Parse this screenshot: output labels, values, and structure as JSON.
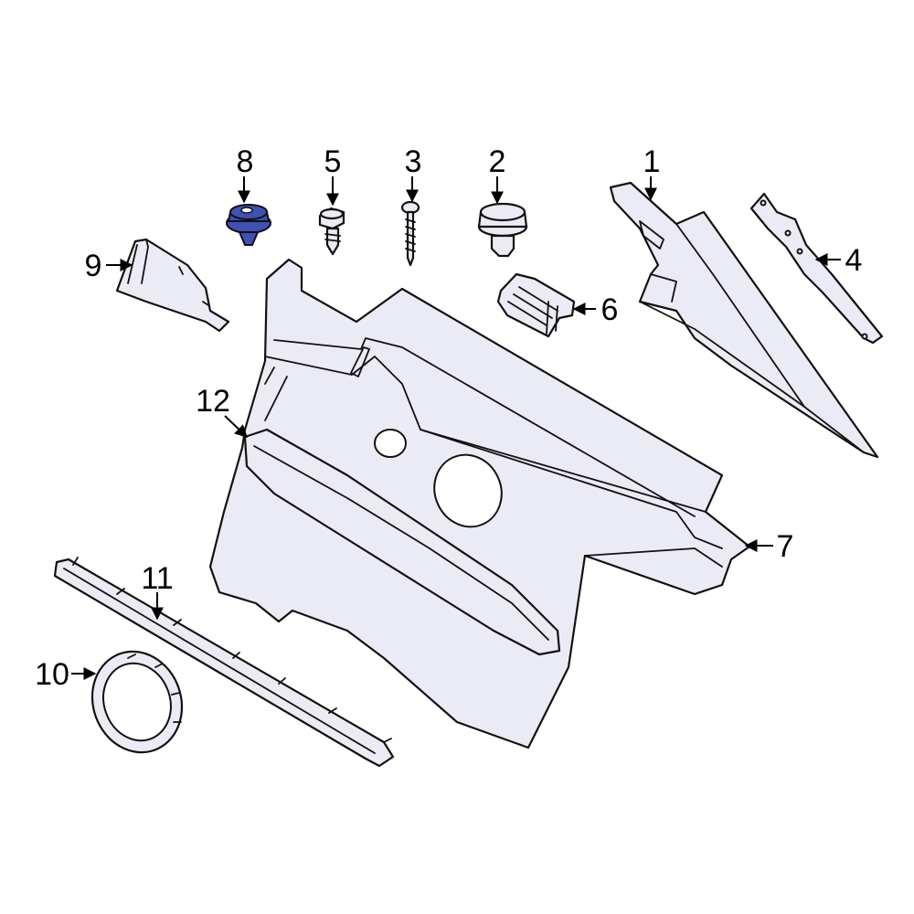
{
  "colors": {
    "outline": "#111111",
    "part_fill": "#ebebf5",
    "highlight_fill": "#3f51b5",
    "background": "#ffffff"
  },
  "highlighted_part": "8",
  "callouts": {
    "c1": "1",
    "c2": "2",
    "c3": "3",
    "c4": "4",
    "c5": "5",
    "c6": "6",
    "c7": "7",
    "c8": "8",
    "c9": "9",
    "c10": "10",
    "c11": "11",
    "c12": "12"
  }
}
